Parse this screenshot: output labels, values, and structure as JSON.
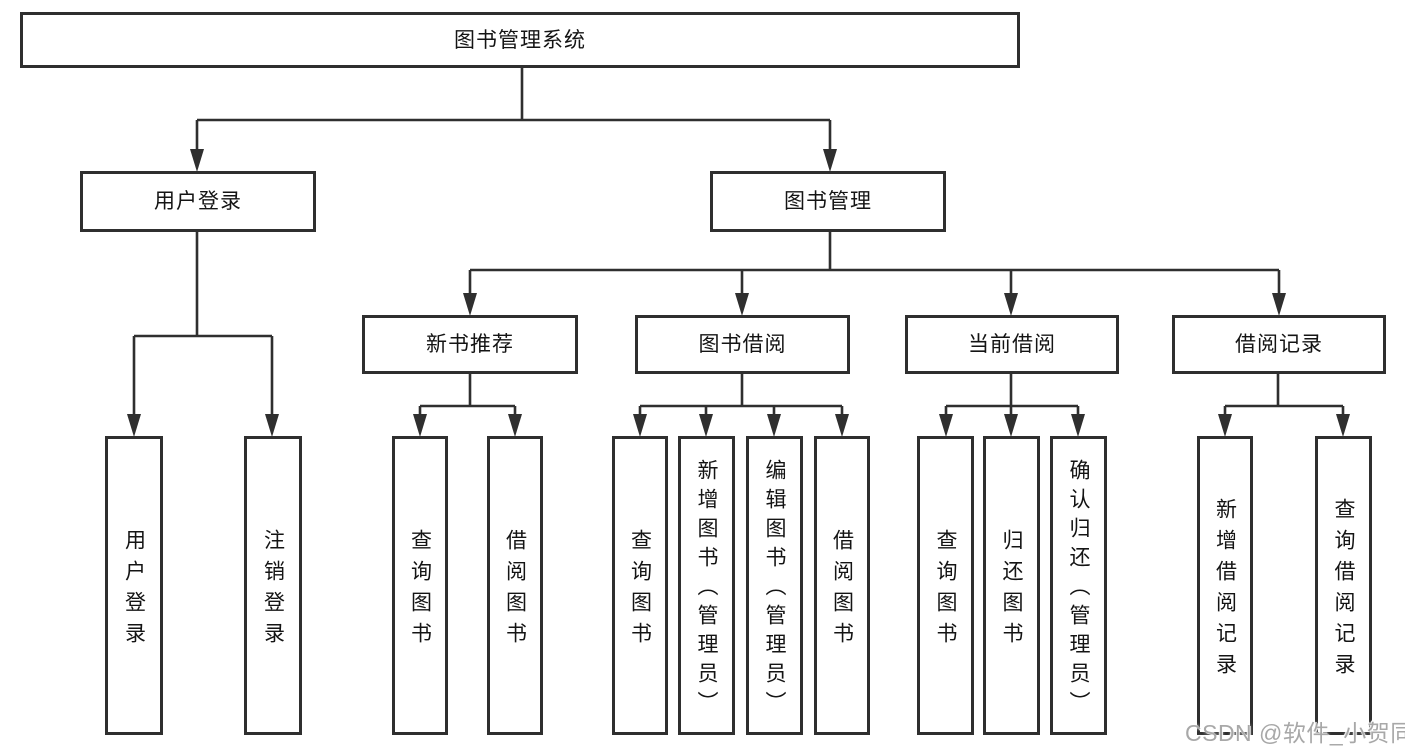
{
  "nodes": {
    "root": "图书管理系统",
    "user_login": "用户登录",
    "book_management": "图书管理",
    "new_book_recommend": "新书推荐",
    "book_borrow": "图书借阅",
    "current_borrow": "当前借阅",
    "borrow_records": "借阅记录"
  },
  "leaves": {
    "user_login": [
      "用户登录",
      "注销登录"
    ],
    "new_book_recommend": [
      "查询图书",
      "借阅图书"
    ],
    "book_borrow": [
      "查询图书",
      "新增图书（管理员）",
      "编辑图书（管理员）",
      "借阅图书"
    ],
    "current_borrow": [
      "查询图书",
      "归还图书",
      "确认归还（管理员）"
    ],
    "borrow_records": [
      "新增借阅记录",
      "查询借阅记录"
    ]
  },
  "watermark": "CSDN @软件_小贺同学",
  "colors": {
    "line": "#2f2f2f",
    "text": "#141414",
    "background": "#ffffff",
    "watermark": "#a8a8a8"
  }
}
